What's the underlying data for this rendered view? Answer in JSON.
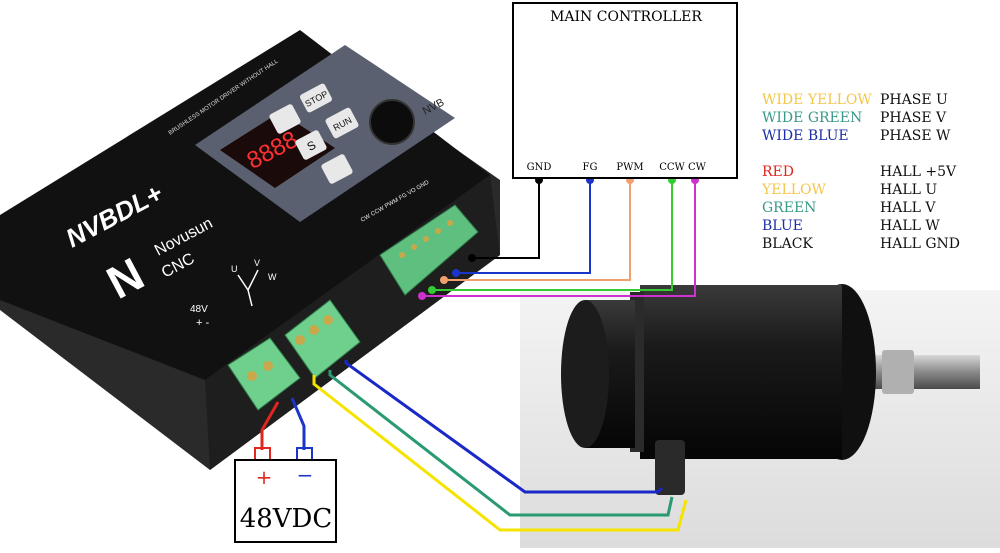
{
  "controller": {
    "title": "MAIN CONTROLLER",
    "pins": [
      "GND",
      "FG",
      "PWM",
      "CCW",
      "CW"
    ]
  },
  "driver": {
    "brand": "NVBDL+",
    "maker_line1": "Novusun",
    "maker_line2": "CNC",
    "subtitle": "BRUSHLESS MOTOR DRIVER WITHOUT HALL",
    "side_label": "NVB",
    "buttons": {
      "stop": "STOP",
      "run": "RUN",
      "set": "S"
    },
    "display": "8888",
    "signal_header": "CW CCW PWM FG VO GND",
    "power_label": "48V",
    "phase_labels": [
      "U",
      "V",
      "W"
    ]
  },
  "power": {
    "label": "48VDC",
    "plus": "+",
    "minus": "−"
  },
  "legend": [
    {
      "wire": "WIDE YELLOW",
      "signal": "PHASE U",
      "color": "#f4c64a"
    },
    {
      "wire": "WIDE GREEN",
      "signal": "PHASE V",
      "color": "#3a9a8a"
    },
    {
      "wire": "WIDE BLUE",
      "signal": "PHASE W",
      "color": "#1c2ea6"
    },
    {
      "wire": "RED",
      "signal": "HALL +5V",
      "color": "#e0261f"
    },
    {
      "wire": "YELLOW",
      "signal": "HALL U",
      "color": "#f4c64a"
    },
    {
      "wire": "GREEN",
      "signal": "HALL V",
      "color": "#3a9a8a"
    },
    {
      "wire": "BLUE",
      "signal": "HALL W",
      "color": "#1c2ea6"
    },
    {
      "wire": "BLACK",
      "signal": "HALL GND",
      "color": "#111111"
    }
  ],
  "colors": {
    "gnd": "#000000",
    "fg": "#1a35c8",
    "pwm": "#f0a070",
    "ccw": "#33cc33",
    "cw": "#cc33cc",
    "phase_u": "#f5e400",
    "phase_v": "#2a9a70",
    "phase_w": "#1a28c8",
    "plus": "#e0261f",
    "minus": "#1a35c8"
  }
}
